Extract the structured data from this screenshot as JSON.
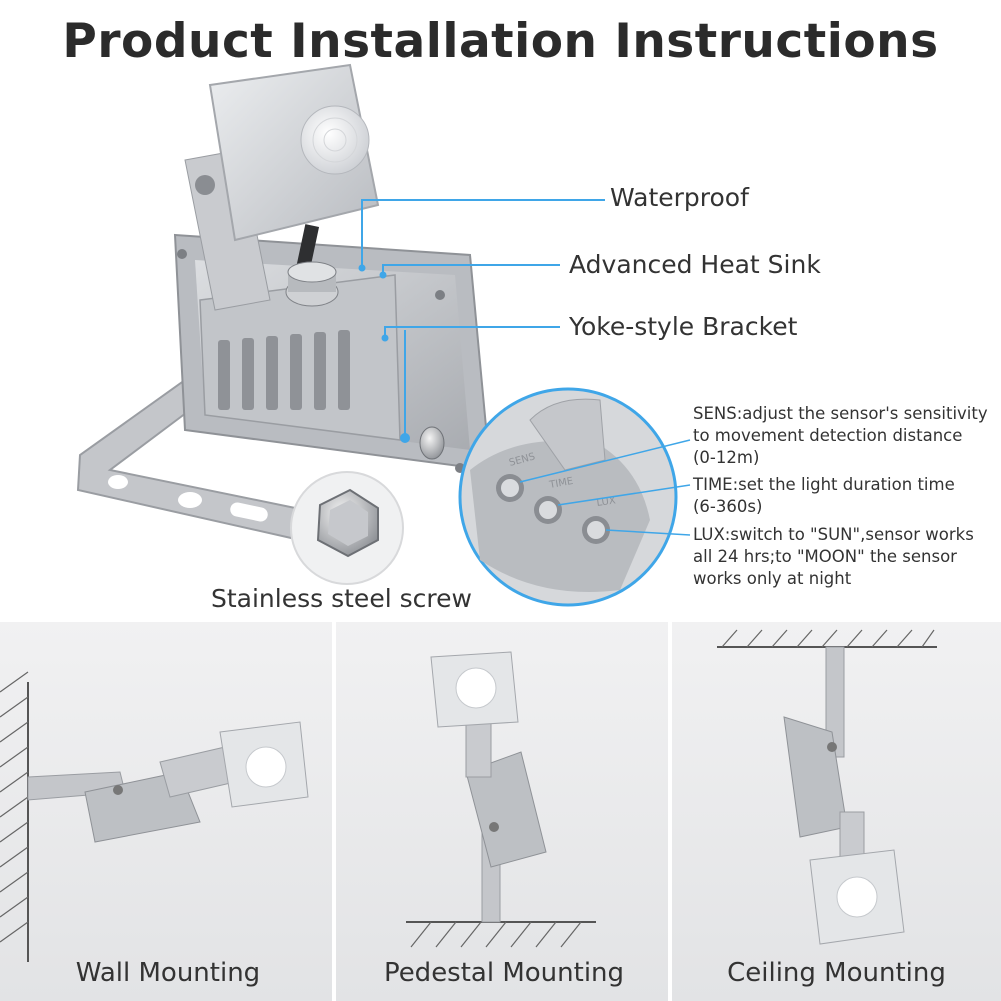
{
  "title": "Product Installation Instructions",
  "features": {
    "waterproof": "Waterproof",
    "heat_sink": "Advanced Heat Sink",
    "bracket": "Yoke-style Bracket",
    "screw": "Stainless steel screw"
  },
  "knob_labels": [
    "SENS",
    "TIME",
    "LUX"
  ],
  "specs": {
    "sens": [
      "SENS:adjust the sensor's sensitivity",
      "to movement detection distance",
      "(0-12m)"
    ],
    "time": [
      "TIME:set the light duration time",
      "(6-360s)"
    ],
    "lux": [
      "LUX:switch to \"SUN\",sensor works",
      "all 24 hrs;to \"MOON\" the sensor",
      "works only at night"
    ]
  },
  "mounting": {
    "wall": "Wall Mounting",
    "pedestal": "Pedestal Mounting",
    "ceiling": "Ceiling Mounting"
  },
  "colors": {
    "callout_line": "#3fa6e8",
    "product_gray": "#c9cbcf",
    "panel_bg": "#e8e9eb"
  }
}
